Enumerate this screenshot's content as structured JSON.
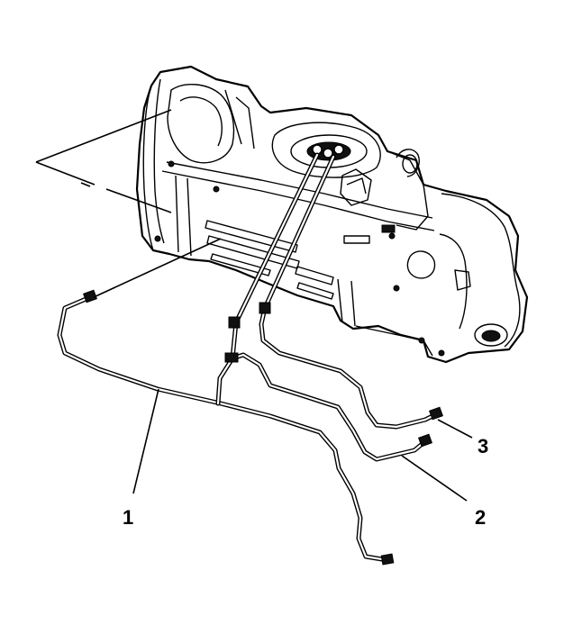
{
  "callouts": {
    "line_1": "1",
    "line_2": "2",
    "line_3": "3"
  }
}
